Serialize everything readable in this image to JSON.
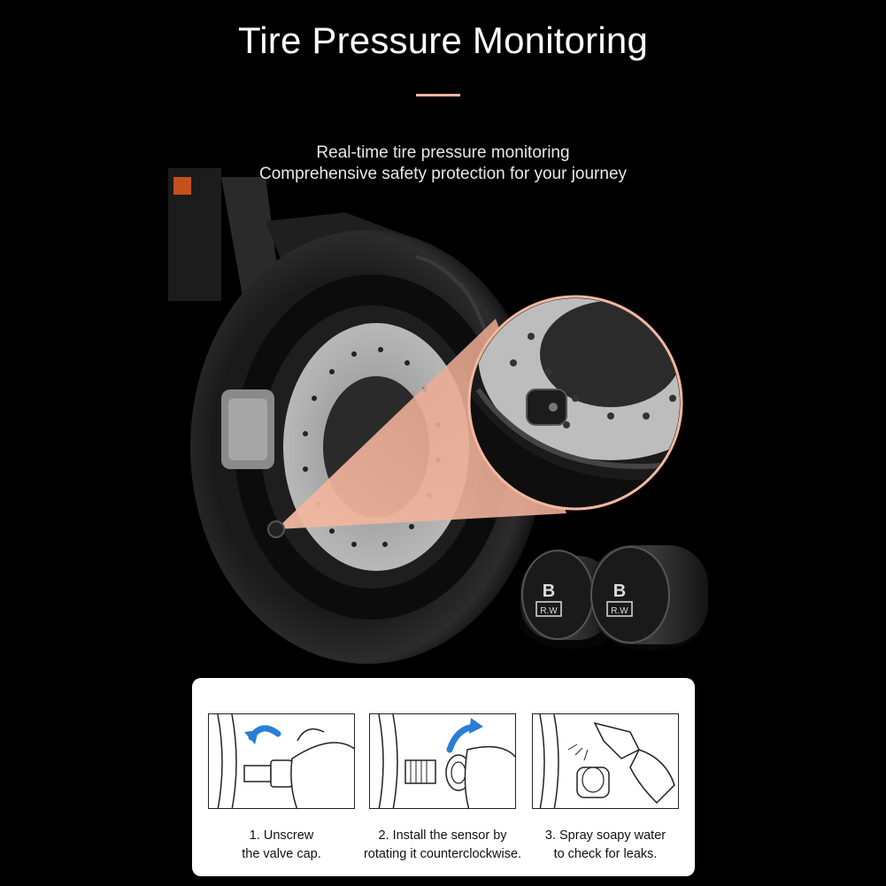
{
  "header": {
    "title": "Tire Pressure Monitoring",
    "subtitle_line1": "Real-time tire pressure monitoring",
    "subtitle_line2": "Comprehensive safety protection for your journey"
  },
  "sensor": {
    "logo_letter": "B",
    "logo_text": "R.W"
  },
  "colors": {
    "accent": "#f2b8a0",
    "background": "#000000",
    "card": "#ffffff",
    "arrow": "#2a7fd4"
  },
  "steps": [
    {
      "line1": "1. Unscrew",
      "line2": "the valve cap."
    },
    {
      "line1": "2. Install the sensor by",
      "line2": "rotating it counterclockwise."
    },
    {
      "line1": "3. Spray soapy water",
      "line2": "to check for leaks."
    }
  ]
}
